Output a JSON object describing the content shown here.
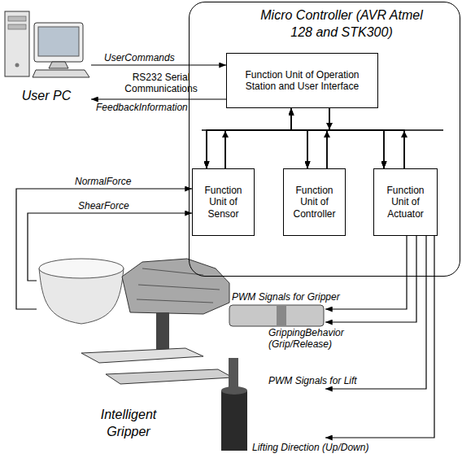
{
  "diagram": {
    "nodes": [
      {
        "text": [
          "User PC"
        ]
      },
      {
        "text": [
          "Micro Controller (AVR Atmel 128 and STK300)"
        ]
      },
      {
        "text": [
          "Function Unit of Operation Station and User Interface"
        ],
        "in": 1
      },
      {
        "text": [
          "Function Unit of Sensor"
        ],
        "in": 1
      },
      {
        "text": [
          "Function Unit of Controller"
        ],
        "in": 1
      },
      {
        "text": [
          "Function Unit of Actuator"
        ],
        "in": 1
      },
      {
        "text": [
          "Intelligent Gripper"
        ]
      }
    ],
    "edges": [
      {
        "from": 0,
        "to": 2,
        "label": "UserCommands",
        "arrow": "to"
      },
      {
        "from": 2,
        "to": 0,
        "label": "FeedbackInformation",
        "arrow": "to"
      },
      {
        "from": 6,
        "to": 3,
        "label": "NormalForce",
        "arrow": "to"
      },
      {
        "from": 6,
        "to": 3,
        "label": "ShearForce",
        "arrow": "to"
      },
      {
        "from": 5,
        "to": 6,
        "label": "PWM Signals for Gripper",
        "arrow": "to"
      },
      {
        "from": 5,
        "to": 6,
        "label": "GrippingBehavior (Grip/Release)",
        "arrow": "to"
      },
      {
        "from": 5,
        "to": 6,
        "label": "PWM Signals for Lift",
        "arrow": "to"
      },
      {
        "from": 5,
        "to": 6,
        "label": "Lifting Direction (Up/Down)",
        "arrow": "to"
      },
      {
        "from": 2,
        "to": 3,
        "arrow": "to"
      },
      {
        "from": 2,
        "to": 4,
        "arrow": "to"
      },
      {
        "from": 2,
        "to": 5,
        "arrow": "to"
      },
      {
        "from": 3,
        "to": 2,
        "arrow": "to"
      },
      {
        "from": 3,
        "to": 4,
        "arrow": "to"
      },
      {
        "from": 3,
        "to": 5,
        "arrow": "to"
      },
      {
        "from": 4,
        "to": 2,
        "arrow": "to"
      },
      {
        "from": 4,
        "to": 3,
        "arrow": "to"
      },
      {
        "from": 4,
        "to": 5,
        "arrow": "to"
      },
      {
        "from": 5,
        "to": 2,
        "arrow": "to"
      },
      {
        "from": 5,
        "to": 3,
        "arrow": "to"
      },
      {
        "from": 5,
        "to": 4,
        "arrow": "to"
      }
    ],
    "labels": [
      "RS232 Serial Communications"
    ]
  }
}
